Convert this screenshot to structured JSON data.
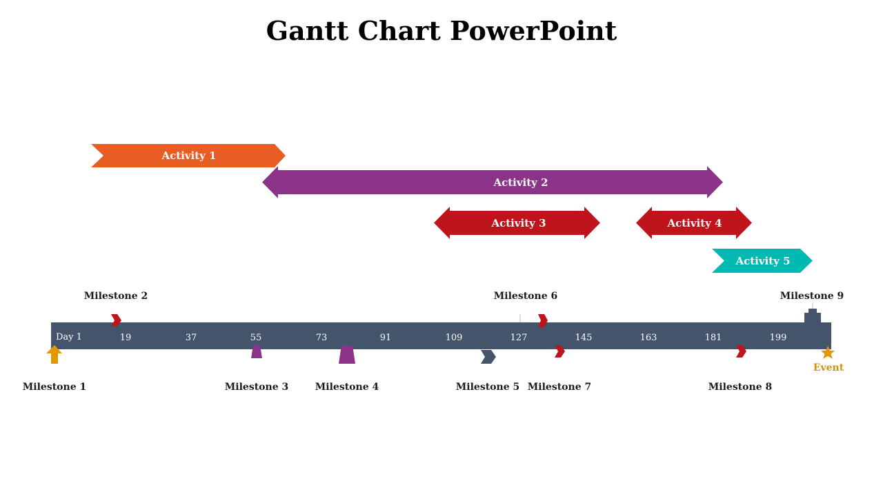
{
  "title": "Gantt Chart PowerPoint",
  "activities": [
    {
      "label": "Activity 1",
      "color": "#E85D24"
    },
    {
      "label": "Activity 2",
      "color": "#8B3389"
    },
    {
      "label": "Activity 3",
      "color": "#C0141C"
    },
    {
      "label": "Activity 4",
      "color": "#C0141C"
    },
    {
      "label": "Activity 5",
      "color": "#00B9B0"
    }
  ],
  "timeline": {
    "color": "#44546A",
    "ticks": [
      "Day 1",
      "19",
      "37",
      "55",
      "73",
      "91",
      "109",
      "127",
      "145",
      "163",
      "181",
      "199"
    ]
  },
  "milestones": [
    "Milestone  1",
    "Milestone  2",
    "Milestone  3",
    "Milestone  4",
    "Milestone  5",
    "Milestone  6",
    "Milestone  7",
    "Milestone  8",
    "Milestone  9"
  ],
  "event": {
    "label": "Event",
    "color": "#D89A0A"
  }
}
